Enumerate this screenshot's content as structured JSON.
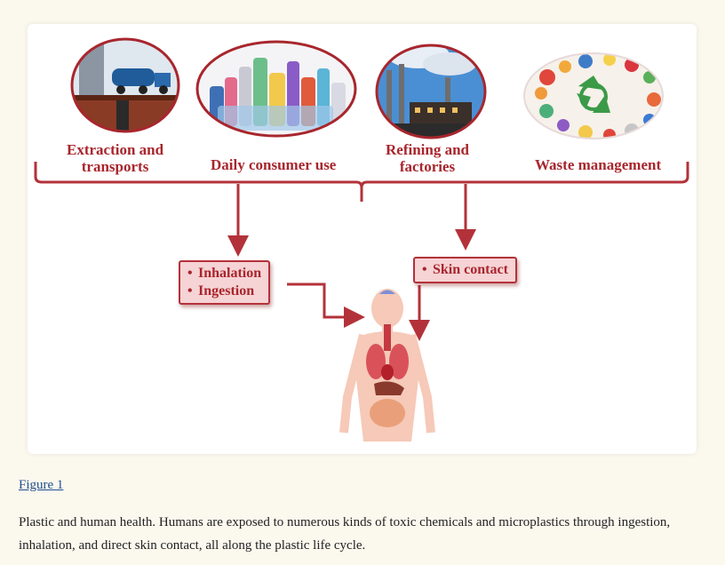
{
  "diagram": {
    "stages": [
      {
        "label_lines": [
          "Extraction and",
          "transports"
        ]
      },
      {
        "label_lines": [
          "Daily consumer use"
        ]
      },
      {
        "label_lines": [
          "Refining and",
          "factories"
        ]
      },
      {
        "label_lines": [
          "Waste management"
        ]
      }
    ],
    "routes": {
      "left": [
        "Inhalation",
        "Ingestion"
      ],
      "right": [
        "Skin contact"
      ]
    },
    "colors": {
      "accent": "#a8262d",
      "box_fill": "#f6d3d5",
      "bracket": "#b3323a"
    },
    "icons": [
      "truck-icon",
      "bottles-icon",
      "factory-icon",
      "recycle-icon",
      "human-body-icon"
    ]
  },
  "figure": {
    "link": "Figure 1",
    "caption": "Plastic and human health. Humans are exposed to numerous kinds of toxic chemicals and microplastics through ingestion, inhalation, and direct skin contact, all along the plastic life cycle."
  }
}
